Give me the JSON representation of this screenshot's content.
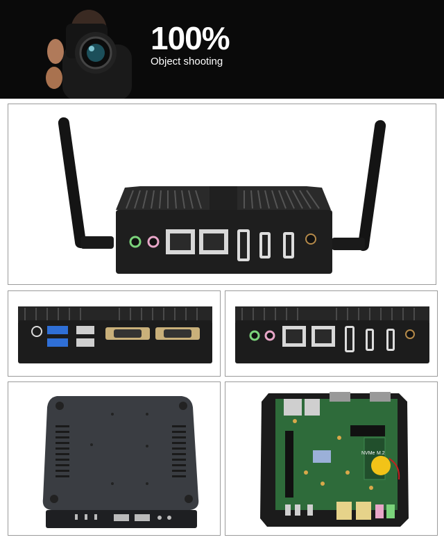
{
  "banner": {
    "headline": "100%",
    "subline": "Object shooting"
  },
  "panels": [
    {
      "name": "front-view-with-antennas"
    },
    {
      "name": "rear-io-view"
    },
    {
      "name": "front-io-view"
    },
    {
      "name": "bottom-case-view"
    },
    {
      "name": "internal-motherboard-view",
      "labels": [
        "NVMe",
        "M.2"
      ]
    }
  ],
  "colors": {
    "banner_bg": "#0a0a0a",
    "case": "#1e1e1e",
    "usb3_blue": "#2f6fd6",
    "board_green": "#2e6b3a",
    "battery_yellow": "#f2c318"
  }
}
